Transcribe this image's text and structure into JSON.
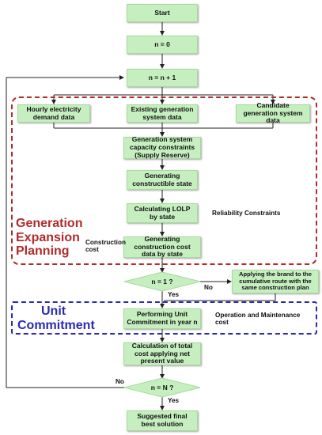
{
  "nodes": {
    "start": "Start",
    "n0": "n = 0",
    "n_inc": "n = n + 1",
    "hourly": "Hourly electricity demand data",
    "existing": "Existing generation system data",
    "candidate": "Candidate generation system data",
    "capacity": "Generation system capacity constraints (Supply Reserve)",
    "constructible": "Generating constructible state",
    "lolp": "Calculating LOLP by state",
    "construction_cost": "Generating construction cost data by state",
    "decision1": "n = 1 ?",
    "applying": "Applying the brand to the cumulative route with the same construction plan",
    "performing": "Performing Unit Commitment in year n",
    "total_cost": "Calculation of total cost applying net present value",
    "decision2": "n = N ?",
    "final": "Suggested final best solution"
  },
  "labels": {
    "reliability": "Reliability Constraints",
    "construction": "Construction cost",
    "operation": "Operation and Maintenance cost",
    "yes1": "Yes",
    "no1": "No",
    "yes2": "Yes",
    "no2": "No"
  },
  "regions": {
    "gep_line1": "Generation",
    "gep_line2": "Expansion",
    "gep_line3": "Planning",
    "uc_line1": "Unit",
    "uc_line2": "Commitment"
  },
  "colors": {
    "box_fill": "#c6efc0",
    "gep_border": "#b22a2a",
    "uc_border": "#2a2ab2",
    "gep_text": "#b22a2a",
    "uc_text": "#2a2ab2"
  }
}
